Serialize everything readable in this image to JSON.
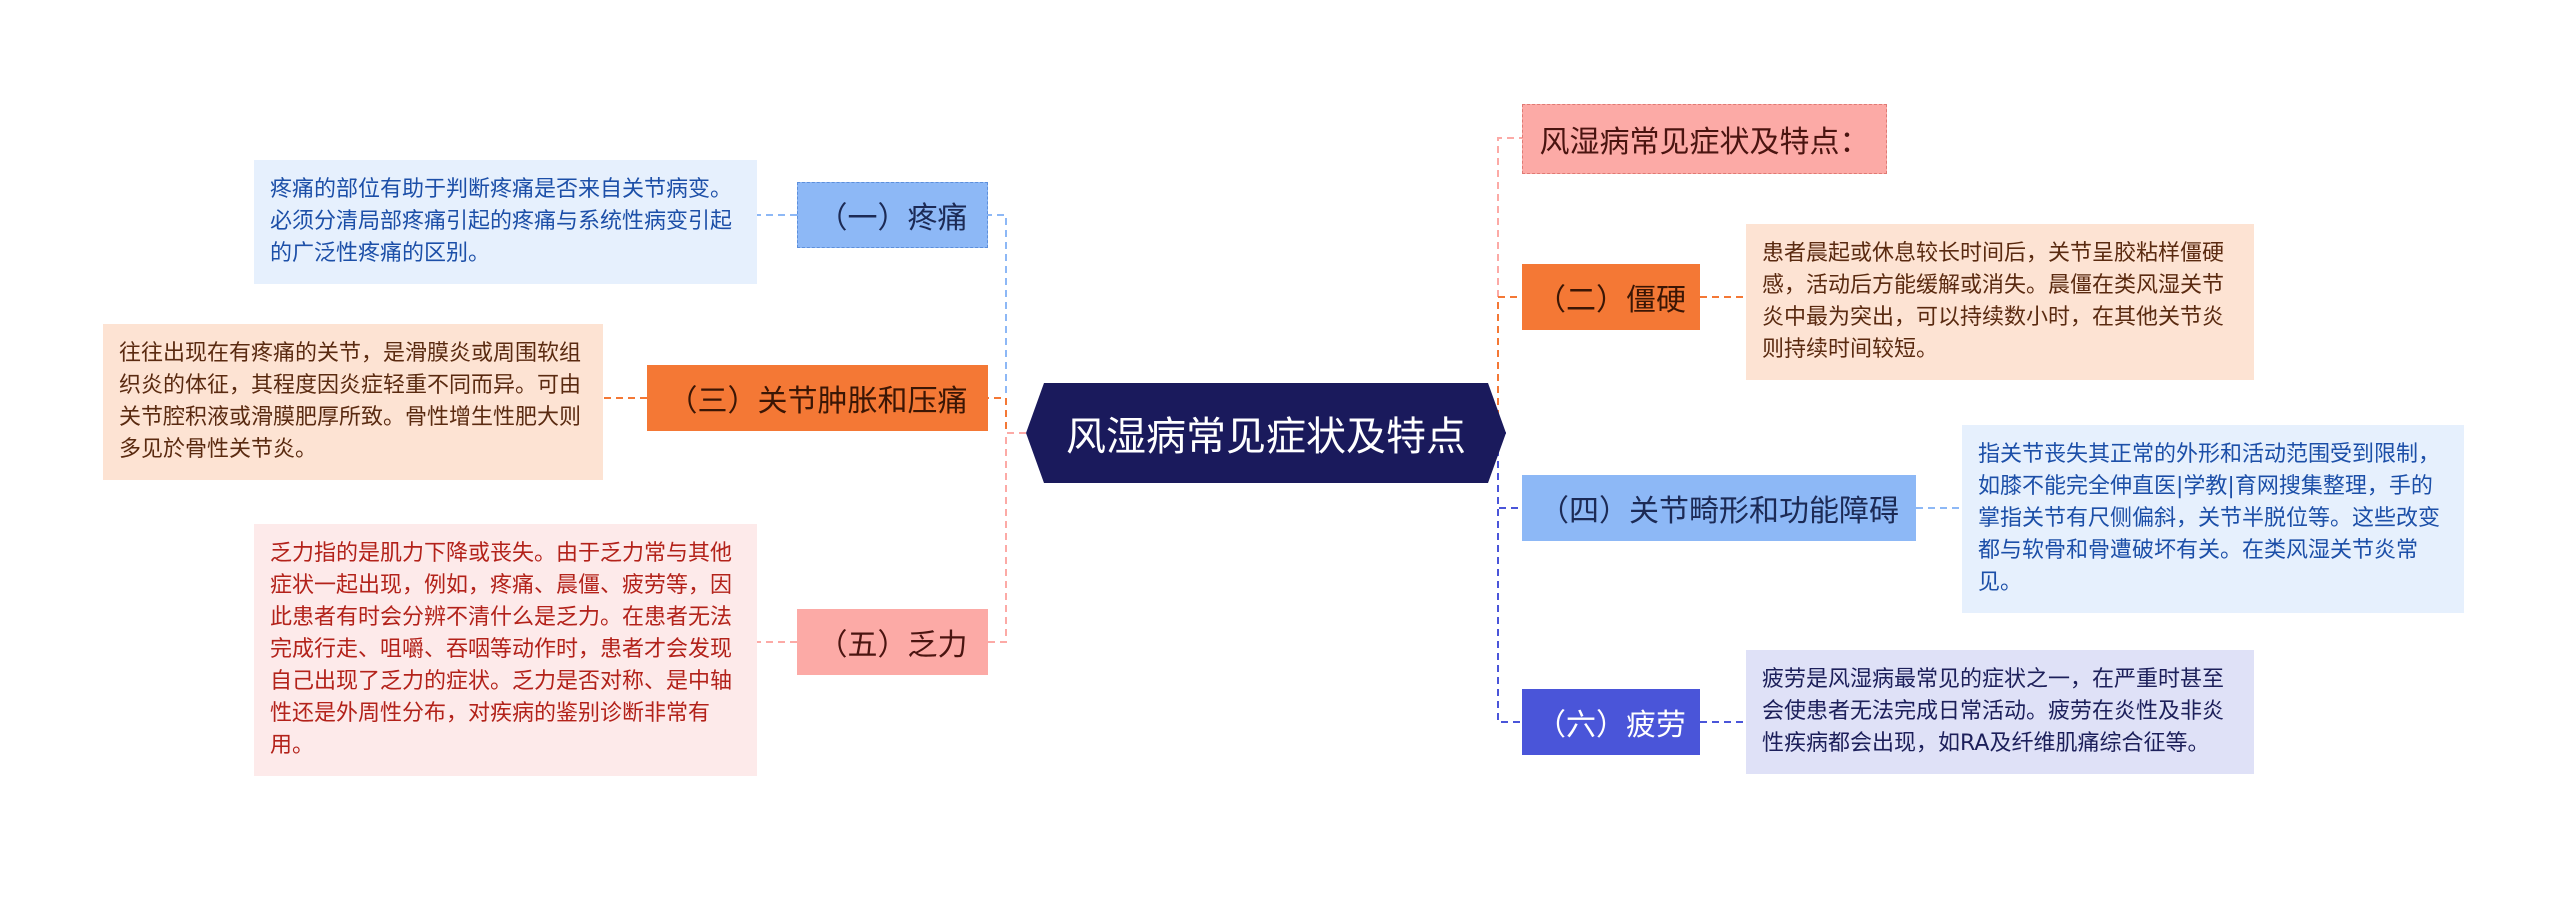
{
  "colors": {
    "center": "#1a1a5c",
    "pain": "#8db8f6",
    "swelling": "#f47835",
    "weakness": "#fcaaa6",
    "header": "#fcaaa6",
    "stiffness": "#f47835",
    "deformity": "#8db8f6",
    "fatigue": "#4a55d9"
  },
  "center": {
    "title": "风湿病常见症状及特点"
  },
  "left": [
    {
      "id": "pain",
      "label": "（一）疼痛",
      "note": "疼痛的部位有助于判断疼痛是否来自关节病变。必须分清局部疼痛引起的疼痛与系统性病变引起的广泛性疼痛的区别。"
    },
    {
      "id": "swelling",
      "label": "（三）关节肿胀和压痛",
      "note": "往往出现在有疼痛的关节，是滑膜炎或周围软组织炎的体征，其程度因炎症轻重不同而异。可由关节腔积液或滑膜肥厚所致。骨性增生性肥大则多见於骨性关节炎。"
    },
    {
      "id": "weakness",
      "label": "（五）乏力",
      "note": "乏力指的是肌力下降或丧失。由于乏力常与其他症状一起出现，例如，疼痛、晨僵、疲劳等，因此患者有时会分辨不清什么是乏力。在患者无法完成行走、咀嚼、吞咽等动作时，患者才会发现自己出现了乏力的症状。乏力是否对称、是中轴性还是外周性分布，对疾病的鉴别诊断非常有用。"
    }
  ],
  "right": [
    {
      "id": "header",
      "label": "风湿病常见症状及特点："
    },
    {
      "id": "stiffness",
      "label": "（二）僵硬",
      "note": "患者晨起或休息较长时间后，关节呈胶粘样僵硬感，活动后方能缓解或消失。晨僵在类风湿关节炎中最为突出，可以持续数小时，在其他关节炎则持续时间较短。"
    },
    {
      "id": "deformity",
      "label": "（四）关节畸形和功能障碍",
      "note": "指关节丧失其正常的外形和活动范围受到限制，如膝不能完全伸直医|学教|育网搜集整理，手的掌指关节有尺侧偏斜，关节半脱位等。这些改变都与软骨和骨遭破坏有关。在类风湿关节炎常见。"
    },
    {
      "id": "fatigue",
      "label": "（六）疲劳",
      "note": "疲劳是风湿病最常见的症状之一，在严重时甚至会使患者无法完成日常活动。疲劳在炎性及非炎性疾病都会出现，如RA及纤维肌痛综合征等。"
    }
  ]
}
